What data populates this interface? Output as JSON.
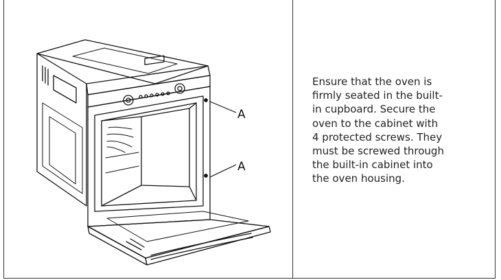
{
  "figure": {
    "callout_a1": "A",
    "callout_a2": "A"
  },
  "instruction": {
    "lines": [
      "Ensure that the oven is",
      "firmly seated in the built-",
      "in cupboard. Secure the",
      "oven to the cabinet with",
      "4 protected screws. They",
      "must be screwed through",
      "the built-in cabinet into",
      "the oven housing."
    ]
  }
}
